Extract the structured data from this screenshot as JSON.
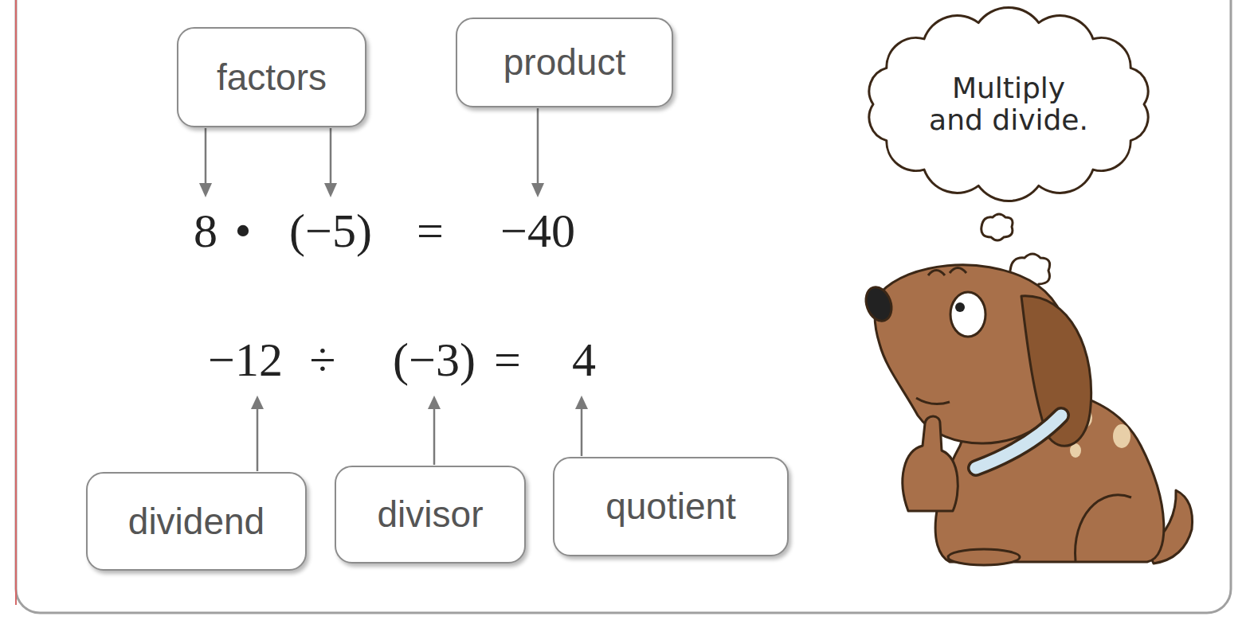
{
  "diagram": {
    "nodes": [
      {
        "text": [
          "factors"
        ]
      },
      {
        "text": [
          "product"
        ]
      },
      {
        "text": [
          "Multiply and divide."
        ]
      },
      {
        "text": [
          "dividend"
        ]
      },
      {
        "text": [
          "divisor"
        ]
      },
      {
        "text": [
          "quotient"
        ]
      }
    ],
    "labels": [
      "8",
      "•",
      "(−5)",
      "=",
      "−40",
      "−12",
      "÷",
      "(−3)",
      "=",
      "4"
    ]
  }
}
